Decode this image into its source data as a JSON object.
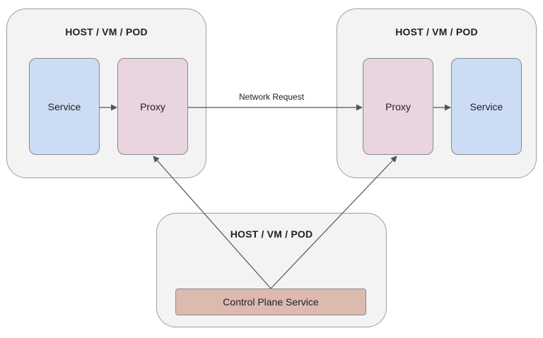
{
  "hosts": {
    "left": {
      "title": "HOST / VM / POD"
    },
    "right": {
      "title": "HOST / VM / POD"
    },
    "bottom": {
      "title": "HOST / VM / POD"
    }
  },
  "nodes": {
    "left_service": "Service",
    "left_proxy": "Proxy",
    "right_proxy": "Proxy",
    "right_service": "Service",
    "control_plane": "Control Plane Service"
  },
  "edges": {
    "network_request_label": "Network Request"
  },
  "colors": {
    "host_fill": "#f3f3f3",
    "service_fill": "#cddcf5",
    "proxy_fill": "#e8d5e0",
    "control_fill": "#dcbab0",
    "edge_stroke": "#555555"
  }
}
